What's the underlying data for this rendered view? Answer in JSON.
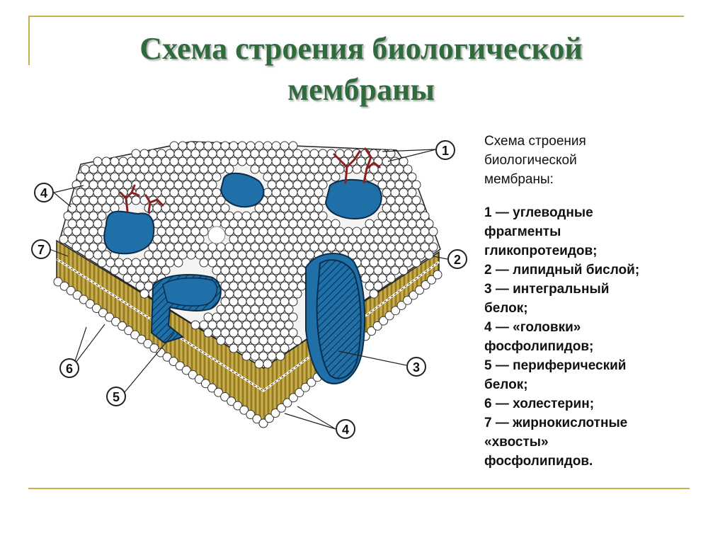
{
  "slide": {
    "title_lines": [
      "Схема строения биологической",
      "мембраны"
    ]
  },
  "description": {
    "heading_lines": [
      "Схема строения",
      "биологической",
      "мембраны:"
    ],
    "legend_lines": [
      "1 — углеводные",
      "фрагменты",
      "гликопротеидов;",
      "2 — липидный бислой;",
      "3 — интегральный",
      "белок;",
      "4 — «головки»",
      "фосфолипидов;",
      "5 — периферический",
      "белок;",
      "6 — холестерин;",
      "7 — жирнокислотные",
      "«хвосты»",
      "фосфолипидов."
    ]
  },
  "diagram": {
    "callouts": {
      "c1": "1",
      "c2": "2",
      "c3": "3",
      "c4_top": "4",
      "c4_bottom": "4",
      "c5": "5",
      "c6": "6",
      "c7": "7"
    }
  },
  "colors": {
    "title": "#2f6b3c",
    "frame": "#c8ad4b",
    "protein": "#1f6fa8",
    "tails": "#a88a2a",
    "carbohydrate": "#8b2020"
  }
}
